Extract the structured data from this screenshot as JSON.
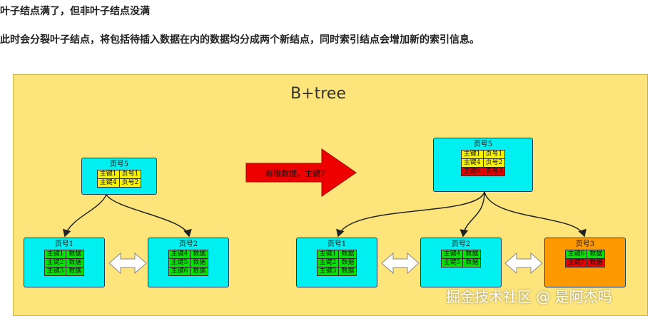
{
  "heading": "叶子结点满了，但非叶子结点没满",
  "paragraph": "此时会分裂叶子结点，将包括待插入数据在内的数据均分成两个新结点，同时索引结点会增加新的索引信息。",
  "diagram": {
    "title": "B+tree",
    "arrow_label": "新增数据，主键7",
    "left_tree": {
      "root": {
        "title": "页号5",
        "rows": [
          [
            "主键1",
            "页号1"
          ],
          [
            "主键4",
            "页号2"
          ]
        ]
      },
      "leaf1": {
        "title": "页号1",
        "rows": [
          [
            "主键1",
            "数据"
          ],
          [
            "主键2",
            "数据"
          ],
          [
            "主键3",
            "数据"
          ]
        ]
      },
      "leaf2": {
        "title": "页号2",
        "rows": [
          [
            "主键4",
            "数据"
          ],
          [
            "主键5",
            "数据"
          ],
          [
            "主键6",
            "数据"
          ]
        ]
      }
    },
    "right_tree": {
      "root": {
        "title": "页号5",
        "rows": [
          [
            "主键1",
            "页号1"
          ],
          [
            "主键4",
            "页号2"
          ],
          [
            "主键6",
            "页号3"
          ]
        ]
      },
      "leaf1": {
        "title": "页号1",
        "rows": [
          [
            "主键1",
            "数据"
          ],
          [
            "主键2",
            "数据"
          ],
          [
            "主键3",
            "数据"
          ]
        ]
      },
      "leaf2": {
        "title": "页号2",
        "rows": [
          [
            "主键4",
            "数据"
          ],
          [
            "主键5",
            "数据"
          ]
        ]
      },
      "leaf3": {
        "title": "页号3",
        "rows": [
          [
            "主键6",
            "数据"
          ],
          [
            "主键7",
            "数据"
          ]
        ]
      }
    },
    "colors": {
      "background": "#fde57c",
      "node": "#00f0f2",
      "index_cell": "#f6f200",
      "leaf_cell": "#00e600",
      "highlight_cell": "#e60000",
      "new_node": "#ff9900"
    }
  },
  "watermark": "掘金技术社区 @ 是阿杰吗"
}
